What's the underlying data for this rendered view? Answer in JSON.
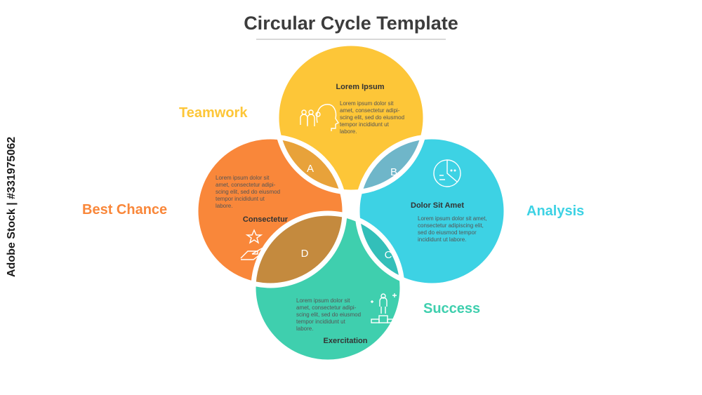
{
  "title": "Circular Cycle Template",
  "side_labels": {
    "teamwork": "Teamwork",
    "best_chance": "Best Chance",
    "analysis": "Analysis",
    "success": "Success"
  },
  "circles": {
    "top": {
      "heading": "Lorem Ipsum",
      "body": [
        "Lorem ipsum dolor sit",
        "amet, consectetur adipi-",
        "scing elit, sed do eiusmod",
        "tempor incididunt ut",
        "labore."
      ],
      "icon": "team-head-icon",
      "color": "#FDC638"
    },
    "left": {
      "heading": "Consectetur",
      "body": [
        "Lorem ipsum dolor sit",
        "amet, consectetur adipi-",
        "scing elit, sed do eiusmod",
        "tempor incididunt ut",
        "labore."
      ],
      "icon": "hand-star-icon",
      "color": "#F9873A"
    },
    "right": {
      "heading": "Dolor Sit Amet",
      "body": [
        "Lorem ipsum dolor sit amet,",
        "consectetur adipiscing elit,",
        "sed do eiusmod tempor",
        "incididunt ut labore."
      ],
      "icon": "pie-chart-icon",
      "color": "#3DD2E4"
    },
    "bottom": {
      "heading": "Exercitation",
      "body": [
        "Lorem ipsum dolor sit",
        "amet, consectetur adipi-",
        "scing elit, sed do eiusmod",
        "tempor incididunt ut",
        "labore."
      ],
      "icon": "podium-icon",
      "color": "#3FCFAE"
    }
  },
  "overlap_letters": [
    "A",
    "B",
    "C",
    "D"
  ],
  "colors": {
    "title": "#3c3c3c",
    "teamwork": "#FDC638",
    "best_chance": "#F9873A",
    "analysis": "#3DD2E4",
    "success": "#3FCFAE"
  },
  "stock_id": "Adobe Stock | #331975062"
}
